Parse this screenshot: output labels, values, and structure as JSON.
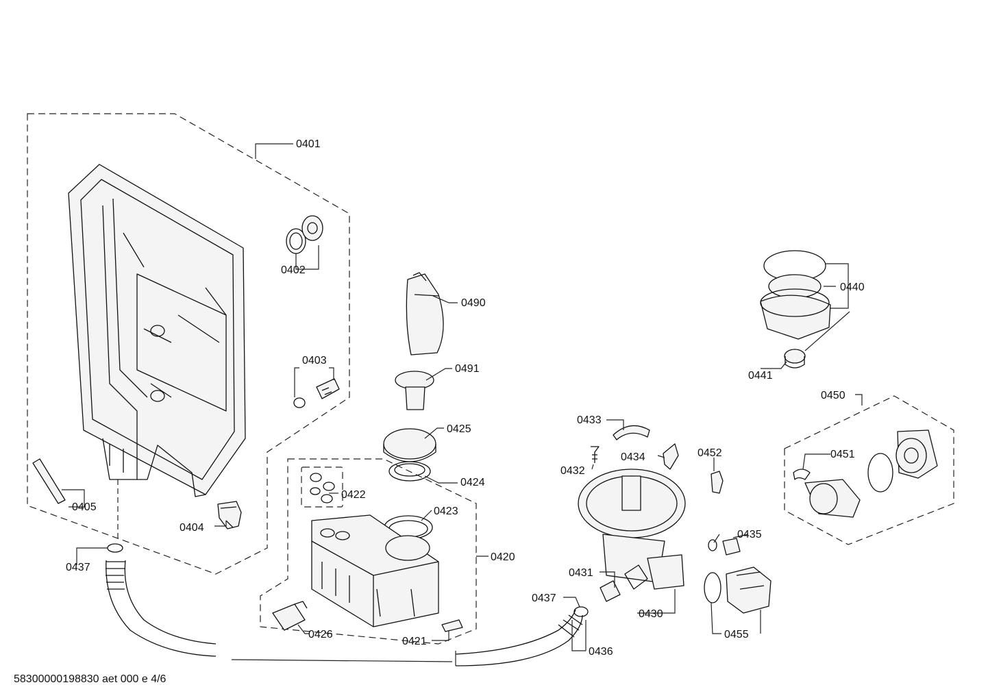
{
  "labels": {
    "p0401": "0401",
    "p0402": "0402",
    "p0403": "0403",
    "p0404": "0404",
    "p0405": "0405",
    "p0437a": "0437",
    "p0490": "0490",
    "p0491": "0491",
    "p0425": "0425",
    "p0424": "0424",
    "p0422": "0422",
    "p0423": "0423",
    "p0420": "0420",
    "p0426": "0426",
    "p0421": "0421",
    "p0437b": "0437",
    "p0436": "0436",
    "p0433": "0433",
    "p0432": "0432",
    "p0434": "0434",
    "p0452": "0452",
    "p0431": "0431",
    "p0430": "0430",
    "p0435": "0435",
    "p0455": "0455",
    "p0440": "0440",
    "p0441": "0441",
    "p0450": "0450",
    "p0451": "0451"
  },
  "footer": "58300000198830 aet 000 e 4/6"
}
